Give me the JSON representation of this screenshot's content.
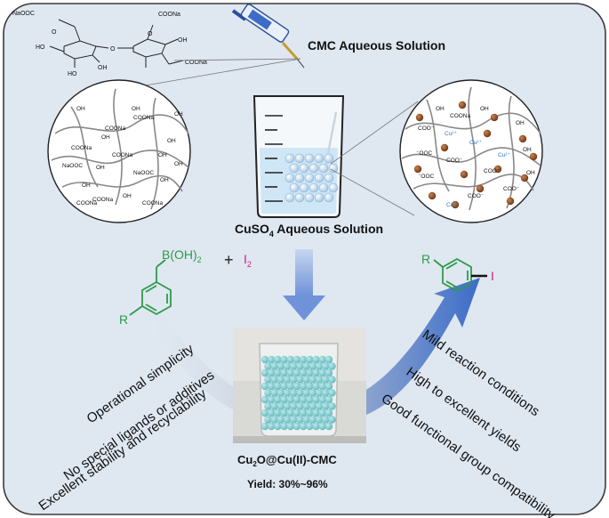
{
  "top": {
    "cmc_label": "CMC Aqueous Solution",
    "cuso4_label_main": "CuSO",
    "cuso4_label_sub": "4",
    "cuso4_label_rest": " Aqueous Solution"
  },
  "molecule": {
    "naooc_left": "NaOOC",
    "coona_top": "COONa",
    "ho_left": "HO",
    "oh_mid": "OH",
    "oh_right": "OH",
    "ho_bottom": "HO",
    "coona_bottom": "COONa",
    "o1": "O",
    "o2": "O",
    "o3": "O"
  },
  "left_network": {
    "labels": [
      "OH",
      "OH",
      "COONa",
      "OH",
      "COONa",
      "OH",
      "COONa",
      "NaOOC",
      "OH",
      "NaOOC",
      "OH",
      "OH",
      "COONa",
      "OH",
      "COONa",
      "COONa",
      "OH",
      "OH",
      "COONa",
      "OH"
    ]
  },
  "right_network": {
    "labels": [
      "OH",
      "COONa",
      "OH",
      "COO⁻",
      "Cu²⁺",
      "OH",
      "Cu²⁺",
      "⁻OOC",
      "COO⁻",
      "OH",
      "⁻OOC",
      "COO⁻",
      "Cu²⁺",
      "COO⁻",
      "OH",
      "COO⁻",
      "Cu²⁺"
    ]
  },
  "reactants": {
    "boronic_B": "B(OH)",
    "boronic_sub": "2",
    "plus": "+",
    "iodine": "I",
    "iodine_sub": "2",
    "r_left": "R"
  },
  "product": {
    "r_right": "R",
    "iodo": "I"
  },
  "catalyst": {
    "name_a": "Cu",
    "name_sub": "2",
    "name_b": "O@Cu(II)-CMC",
    "yield": "Yield: 30%~96%"
  },
  "left_features": [
    "Operational simplicity",
    "No special ligands or additives",
    "Excellent stability and recyclability"
  ],
  "right_features": [
    "Mild reaction conditions",
    "High to excellent yields",
    "Good functional group compatibility"
  ],
  "colors": {
    "frame_bg": "#dfe7f1",
    "frame_stroke": "#3b3b3b",
    "arrow_blue": "#3d6cc8",
    "green": "#2e9a4a",
    "magenta": "#d0207d",
    "copper": "#8a4a1a",
    "cu_ion": "#2f78c4",
    "solution": "#cfe6f7"
  }
}
